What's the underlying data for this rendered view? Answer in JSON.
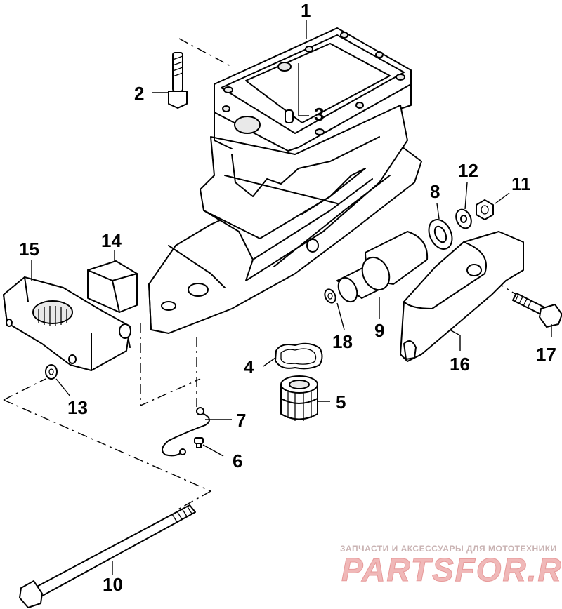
{
  "parts": [
    {
      "id": "part-1",
      "label": "1"
    },
    {
      "id": "part-2",
      "label": "2"
    },
    {
      "id": "part-3",
      "label": "3"
    },
    {
      "id": "part-4",
      "label": "4"
    },
    {
      "id": "part-5",
      "label": "5"
    },
    {
      "id": "part-6",
      "label": "6"
    },
    {
      "id": "part-7",
      "label": "7"
    },
    {
      "id": "part-8",
      "label": "8"
    },
    {
      "id": "part-9",
      "label": "9"
    },
    {
      "id": "part-10",
      "label": "10"
    },
    {
      "id": "part-11",
      "label": "11"
    },
    {
      "id": "part-12",
      "label": "12"
    },
    {
      "id": "part-13",
      "label": "13"
    },
    {
      "id": "part-14",
      "label": "14"
    },
    {
      "id": "part-15",
      "label": "15"
    },
    {
      "id": "part-16",
      "label": "16"
    },
    {
      "id": "part-17",
      "label": "17"
    },
    {
      "id": "part-18",
      "label": "18"
    }
  ],
  "watermark": {
    "tagline": "ЗАПЧАСТИ И АКСЕССУАРЫ ДЛЯ МОТОТЕХНИКИ",
    "brand": "PARTSFOR.RU"
  }
}
